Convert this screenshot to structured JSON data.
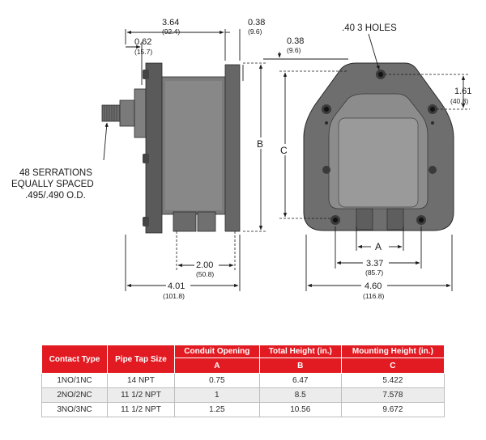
{
  "drawing": {
    "dims": {
      "d364": "3.64",
      "d364_mm": "(92.4)",
      "d038a": "0.38",
      "d038a_mm": "(9.6)",
      "d062": "0.62",
      "d062_mm": "(15.7)",
      "d038b": "0.38",
      "d038b_mm": "(9.6)",
      "holes": ".40  3  HOLES",
      "d161": "1.61",
      "d161_mm": "(40,8)",
      "d200": "2.00",
      "d200_mm": "(50.8)",
      "d401": "4.01",
      "d401_mm": "(101.8)",
      "d337": "3.37",
      "d337_mm": "(85.7)",
      "d460": "4.60",
      "d460_mm": "(116.8)"
    },
    "letters": {
      "a": "A",
      "b": "B",
      "c": "C"
    },
    "serrations": [
      "48 SERRATIONS",
      "EQUALLY SPACED",
      ".495/.490 O.D."
    ]
  },
  "table": {
    "headers": {
      "contact_type": "Contact Type",
      "pipe_tap": "Pipe Tap Size",
      "conduit": "Conduit Opening",
      "total_height": "Total Height (in.)",
      "mounting_height": "Mounting Height (in.)"
    },
    "letters": {
      "a": "A",
      "b": "B",
      "c": "C"
    },
    "rows": [
      [
        "1NO/1NC",
        "14 NPT",
        "0.75",
        "6.47",
        "5.422"
      ],
      [
        "2NO/2NC",
        "11 1/2 NPT",
        "1",
        "8.5",
        "7.578"
      ],
      [
        "3NO/3NC",
        "11 1/2 NPT",
        "1.25",
        "10.56",
        "9.672"
      ]
    ]
  }
}
